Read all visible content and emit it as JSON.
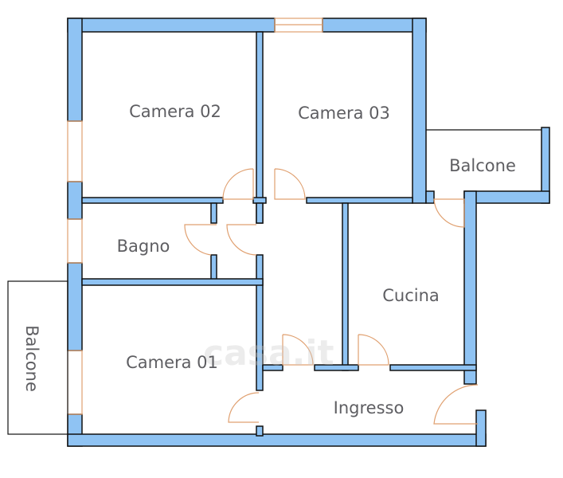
{
  "rooms": {
    "camera02": "Camera 02",
    "camera03": "Camera 03",
    "balcone_right": "Balcone",
    "bagno": "Bagno",
    "cucina": "Cucina",
    "balcone_left": "Balcone",
    "camera01": "Camera 01",
    "ingresso": "Ingresso"
  },
  "watermark": "casa.it",
  "colors": {
    "wall": "#8fc3f3",
    "outline": "#111111",
    "door": "#e0a070",
    "text": "#5e5e62"
  }
}
